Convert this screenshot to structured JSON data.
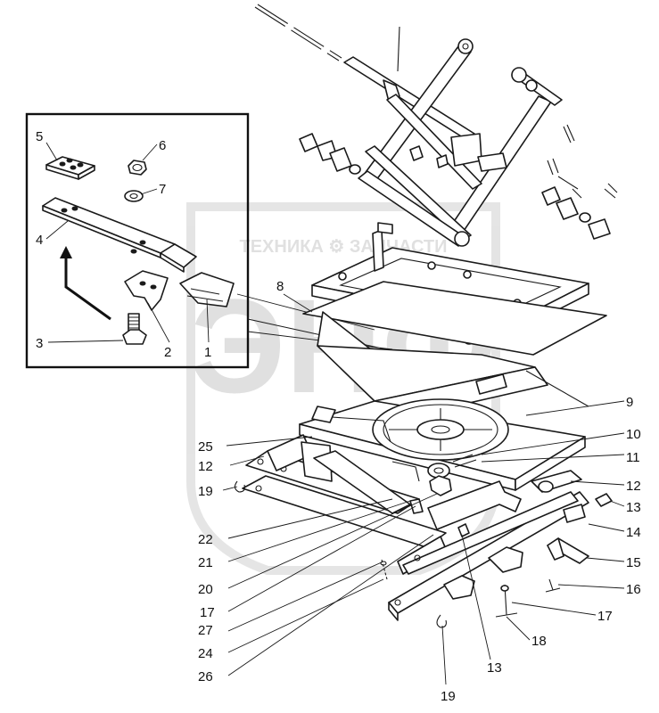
{
  "watermark": {
    "text": "ТЕХНИКА ⚙ ЗАПЧАСТИ",
    "logo_letters": "ЭНФ"
  },
  "callouts": [
    {
      "id": "c1",
      "text": "1"
    },
    {
      "id": "c2",
      "text": "2"
    },
    {
      "id": "c3",
      "text": "3"
    },
    {
      "id": "c4",
      "text": "4"
    },
    {
      "id": "c5",
      "text": "5"
    },
    {
      "id": "c6",
      "text": "6"
    },
    {
      "id": "c7",
      "text": "7"
    },
    {
      "id": "c8",
      "text": "8"
    },
    {
      "id": "c9",
      "text": "9"
    },
    {
      "id": "c10",
      "text": "10"
    },
    {
      "id": "c11",
      "text": "11"
    },
    {
      "id": "c12a",
      "text": "12"
    },
    {
      "id": "c12b",
      "text": "12"
    },
    {
      "id": "c13a",
      "text": "13"
    },
    {
      "id": "c13b",
      "text": "13"
    },
    {
      "id": "c14",
      "text": "14"
    },
    {
      "id": "c15",
      "text": "15"
    },
    {
      "id": "c16",
      "text": "16"
    },
    {
      "id": "c17a",
      "text": "17"
    },
    {
      "id": "c17b",
      "text": "17"
    },
    {
      "id": "c18",
      "text": "18"
    },
    {
      "id": "c19a",
      "text": "19"
    },
    {
      "id": "c19b",
      "text": "19"
    },
    {
      "id": "c20",
      "text": "20"
    },
    {
      "id": "c21",
      "text": "21"
    },
    {
      "id": "c22",
      "text": "22"
    },
    {
      "id": "c24",
      "text": "24"
    },
    {
      "id": "c25",
      "text": "25"
    },
    {
      "id": "c26",
      "text": "26"
    },
    {
      "id": "c27",
      "text": "27"
    }
  ]
}
